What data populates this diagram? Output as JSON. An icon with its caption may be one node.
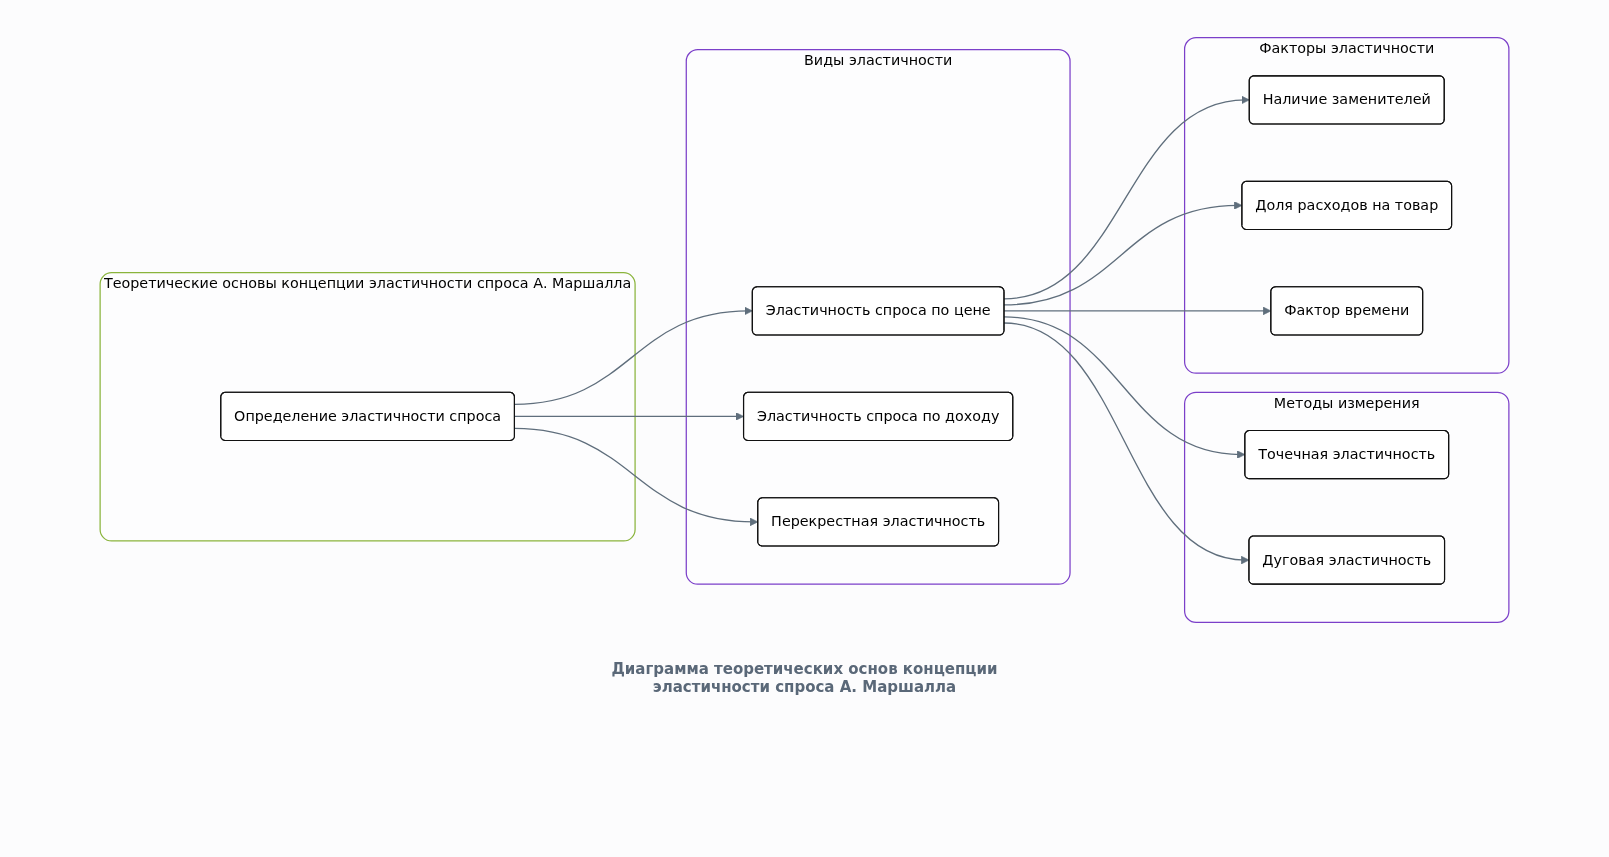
{
  "diagram": {
    "caption": "Диаграмма теоретических основ концепции эластичности спроса А. Маршалла",
    "nodes": [
      {
        "text": [
          "Теоретические основы концепции эластичности спроса А. Маршалла"
        ]
      },
      {
        "text": [
          "Определение эластичности спроса"
        ],
        "in": 0
      },
      {
        "text": [
          "Виды эластичности"
        ]
      },
      {
        "text": [
          "Эластичность спроса по цене"
        ],
        "in": 2
      },
      {
        "text": [
          "Эластичность спроса по доходу"
        ],
        "in": 2
      },
      {
        "text": [
          "Перекрестная эластичность"
        ],
        "in": 2
      },
      {
        "text": [
          "Факторы эластичности"
        ]
      },
      {
        "text": [
          "Наличие заменителей"
        ],
        "in": 6
      },
      {
        "text": [
          "Доля расходов на товар"
        ],
        "in": 6
      },
      {
        "text": [
          "Фактор времени"
        ],
        "in": 6
      },
      {
        "text": [
          "Методы измерения"
        ]
      },
      {
        "text": [
          "Точечная эластичность"
        ],
        "in": 10
      },
      {
        "text": [
          "Дуговая эластичность"
        ],
        "in": 10
      }
    ],
    "edges": [
      {
        "from": 1,
        "to": 3,
        "arrow": "to"
      },
      {
        "from": 1,
        "to": 4,
        "arrow": "to"
      },
      {
        "from": 1,
        "to": 5,
        "arrow": "to"
      },
      {
        "from": 3,
        "to": 7,
        "arrow": "to"
      },
      {
        "from": 3,
        "to": 8,
        "arrow": "to"
      },
      {
        "from": 3,
        "to": 9,
        "arrow": "to"
      },
      {
        "from": 3,
        "to": 11,
        "arrow": "to"
      },
      {
        "from": 3,
        "to": 12,
        "arrow": "to"
      }
    ]
  }
}
